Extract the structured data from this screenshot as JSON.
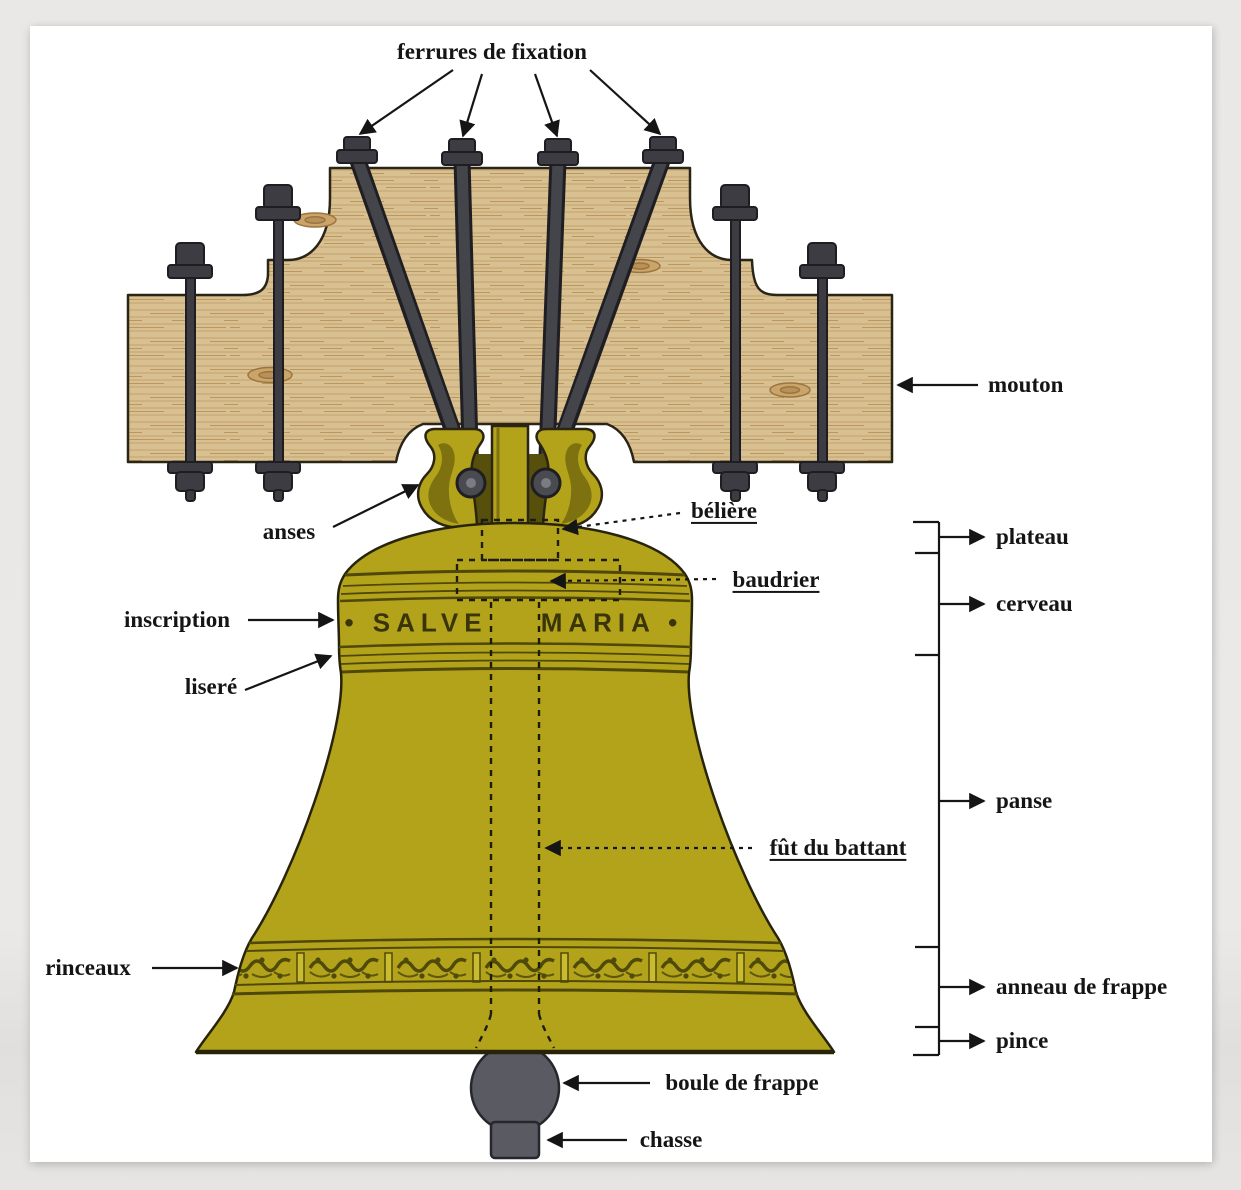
{
  "diagram": {
    "callouts": {
      "ferrures_de_fixation": "ferrures de fixation",
      "mouton": "mouton",
      "anses": "anses",
      "beliere": "bélière",
      "baudrier": "baudrier",
      "inscription": "inscription",
      "lisere": "liseré",
      "fut_du_battant": "fût du battant",
      "rinceaux": "rinceaux",
      "boule_de_frappe": "boule de frappe",
      "chasse": "chasse"
    },
    "zones": {
      "plateau": "plateau",
      "cerveau": "cerveau",
      "panse": "panse",
      "anneau_de_frappe": "anneau de frappe",
      "pince": "pince"
    },
    "bell_inscription": {
      "left": "• SALVE",
      "right": "MARIA •"
    },
    "colors": {
      "page_bg": "#e9e8e6",
      "panel_bg": "#ffffff",
      "bell": "#b3a31b",
      "bell_shade": "#7d7110",
      "bell_dark": "#56500d",
      "bell_outline": "#2b2410",
      "wood": "#d9c090",
      "wood_grain": "#c8a876",
      "metal": "#3c3c42",
      "clapper": "#5a5a63",
      "label_color": "#151515"
    }
  }
}
